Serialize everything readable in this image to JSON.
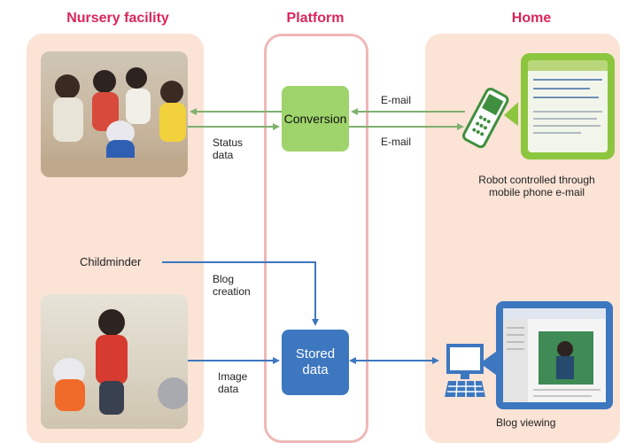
{
  "headers": {
    "nursery": "Nursery facility",
    "platform": "Platform",
    "home": "Home"
  },
  "boxes": {
    "conversion": "Conversion",
    "stored_line1": "Stored",
    "stored_line2": "data"
  },
  "labels": {
    "email_top": "E-mail",
    "email_bottom": "E-mail",
    "status_line1": "Status",
    "status_line2": "data",
    "childminder": "Childminder",
    "blog_line1": "Blog",
    "blog_line2": "creation",
    "image_line1": "Image",
    "image_line2": "data",
    "robot_line1": "Robot controlled through",
    "robot_line2": "mobile phone e-mail",
    "blog_viewing": "Blog viewing"
  },
  "colors": {
    "panel": "#fbe3d6",
    "platform_border": "#f0b7b7",
    "header": "#d9265a",
    "green_arrow": "#7fb06e",
    "blue_arrow": "#3d77bf",
    "conversion": "#9ed46b",
    "stored": "#3d77bf",
    "phone": "#3f8f3f",
    "phone_screen_frame": "#8cc63f"
  },
  "icons": [
    "mobile-phone-icon",
    "computer-monitor-icon",
    "keyboard-icon"
  ]
}
